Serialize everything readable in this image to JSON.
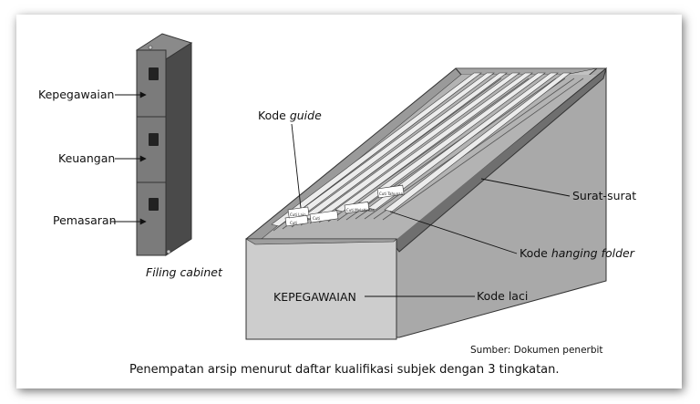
{
  "labels": {
    "drawer_1": "Kepegawaian",
    "drawer_2": "Keuangan",
    "drawer_3": "Pemasaran",
    "cabinet_caption": "Filing cabinet",
    "guide_code_prefix": "Kode ",
    "guide_code_italic": "guide",
    "letters": "Surat-surat",
    "hanging_prefix": "Kode ",
    "hanging_italic": "hanging folder",
    "drawer_code": "Kode laci",
    "drawer_front": "KEPEGAWAIAN"
  },
  "tabs": {
    "t1": "Cuti",
    "t2": "Cuti",
    "t3": "Cuti Tahunan",
    "t4": "Cuti Melahirkan",
    "t5": "Cuti Lain"
  },
  "source": "Sumber: Dokumen penerbit",
  "caption": "Penempatan arsip menurut daftar kualifikasi subjek dengan 3 tingkatan."
}
